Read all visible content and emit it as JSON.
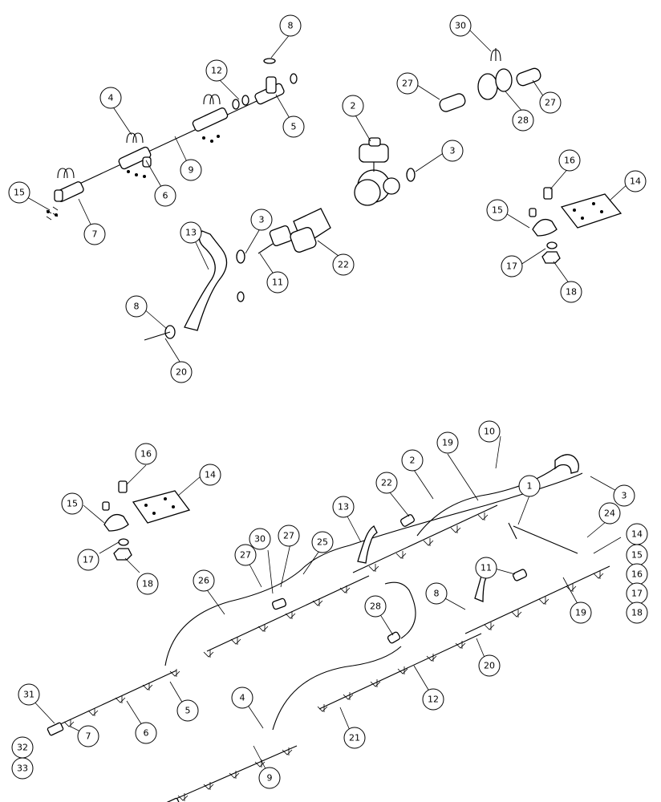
{
  "diagram": {
    "callouts_top": [
      "8",
      "12",
      "4",
      "5",
      "9",
      "6",
      "7",
      "15",
      "2",
      "3",
      "13",
      "3",
      "11",
      "22",
      "8",
      "20",
      "30",
      "27",
      "27",
      "28",
      "16",
      "14",
      "15",
      "17",
      "18"
    ],
    "callouts_bottom": [
      "16",
      "14",
      "15",
      "17",
      "18",
      "10",
      "19",
      "2",
      "22",
      "13",
      "1",
      "3",
      "24",
      "14",
      "15",
      "16",
      "17",
      "18",
      "30",
      "27",
      "25",
      "27",
      "26",
      "11",
      "8",
      "19",
      "28",
      "20",
      "5",
      "12",
      "4",
      "31",
      "6",
      "32",
      "7",
      "33",
      "21",
      "9"
    ]
  }
}
